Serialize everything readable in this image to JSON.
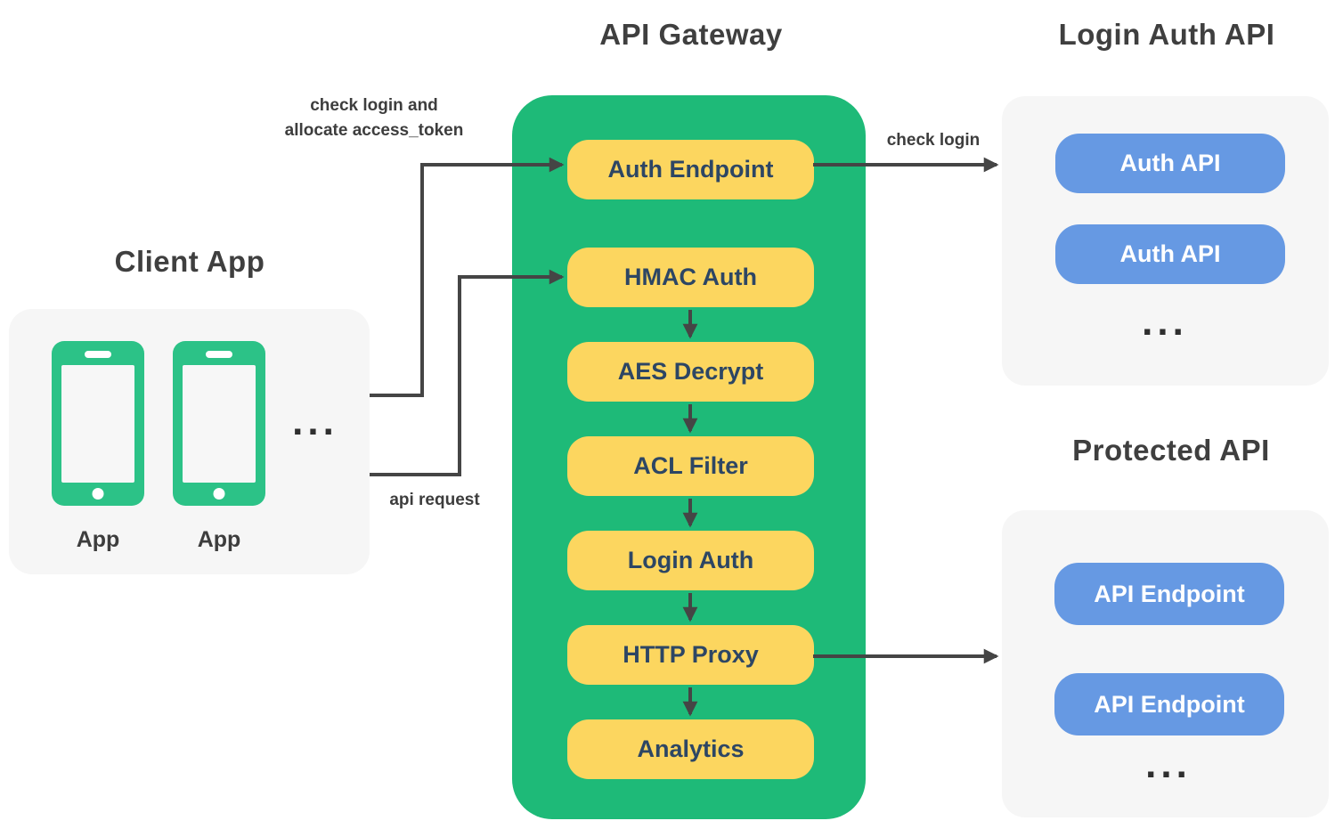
{
  "colors": {
    "gateway_green": "#1eba78",
    "phone_green": "#2cc287",
    "node_yellow": "#fcd65f",
    "node_text": "#2d4664",
    "endpoint_blue": "#6699e3",
    "panel_gray": "#f6f6f6",
    "title_ink": "#3f3f3f",
    "arrow": "#454545"
  },
  "client": {
    "title": "Client App",
    "devices": [
      {
        "label": "App"
      },
      {
        "label": "App"
      }
    ],
    "more": "..."
  },
  "gateway": {
    "title": "API Gateway",
    "nodes": [
      "Auth Endpoint",
      "HMAC Auth",
      "AES Decrypt",
      "ACL Filter",
      "Login Auth",
      "HTTP Proxy",
      "Analytics"
    ]
  },
  "login_auth_api": {
    "title": "Login Auth API",
    "endpoints": [
      "Auth API",
      "Auth API"
    ],
    "more": "..."
  },
  "protected_api": {
    "title": "Protected API",
    "endpoints": [
      "API Endpoint",
      "API Endpoint"
    ],
    "more": "..."
  },
  "edges": {
    "client_to_auth_endpoint": {
      "line1": "check login and",
      "line2": "allocate access_token"
    },
    "client_to_hmac": {
      "label": "api request"
    },
    "auth_endpoint_to_login_api": {
      "label": "check login"
    }
  }
}
